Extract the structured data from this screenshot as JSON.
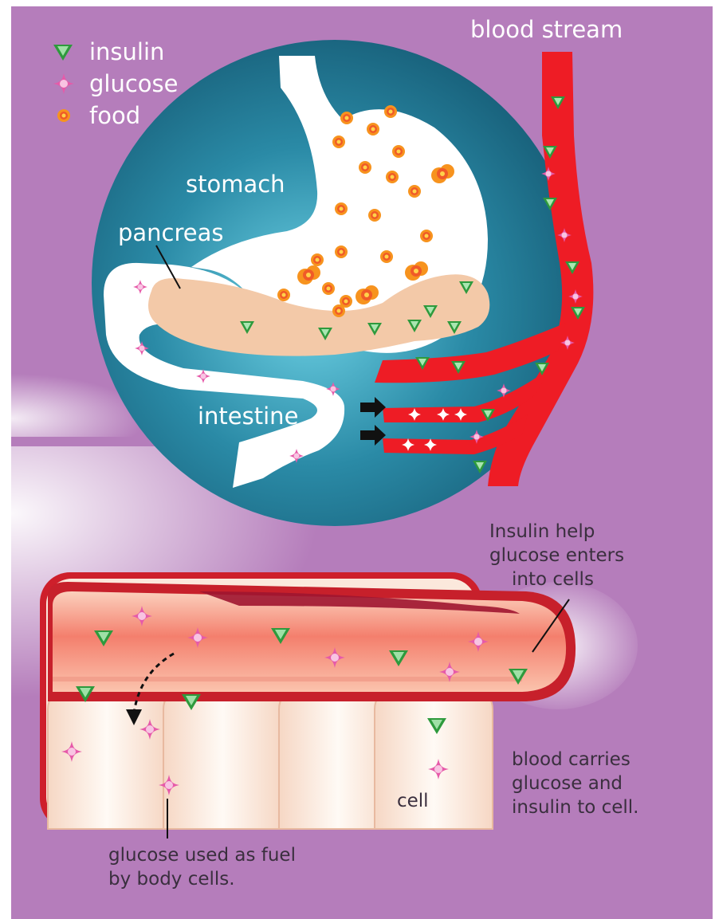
{
  "legend": {
    "insulin": "insulin",
    "glucose": "glucose",
    "food": "food"
  },
  "labels": {
    "blood_stream": "blood stream",
    "stomach": "stomach",
    "pancreas": "pancreas",
    "intestine": "intestine",
    "insulin_help": [
      "Insulin help",
      "glucose enters",
      "into cells"
    ],
    "blood_carries": [
      "blood carries",
      "glucose and",
      "insulin to cell."
    ],
    "cell": "cell",
    "glucose_used": [
      "glucose used as fuel",
      "by body cells."
    ]
  },
  "colors": {
    "background": "#b57dbb",
    "circle": "#1f7590",
    "blood": "#ee1c25",
    "insulin": "#3fae49",
    "glucose": "#e966b0",
    "food": "#f7931e",
    "pancreas": "#f3c9a8",
    "vessel_outer": "#d3262e",
    "cell": "#fdf0e6"
  },
  "icons": [
    "insulin-triangle-icon",
    "glucose-star-icon",
    "food-blob-icon",
    "arrow-icon"
  ]
}
